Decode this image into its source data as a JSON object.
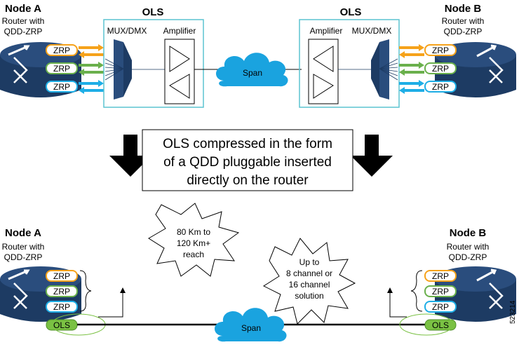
{
  "top": {
    "node_a": {
      "title": "Node A",
      "subtitle_line1": "Router with",
      "subtitle_line2": "QDD-ZRP"
    },
    "node_b": {
      "title": "Node B",
      "subtitle_line1": "Router with",
      "subtitle_line2": "QDD-ZRP"
    },
    "ols_left": {
      "title": "OLS",
      "mux_label": "MUX/DMX",
      "amp_label": "Amplifier"
    },
    "ols_right": {
      "title": "OLS",
      "mux_label": "MUX/DMX",
      "amp_label": "Amplifier"
    },
    "span_label": "Span",
    "zrp_label": "ZRP"
  },
  "middle": {
    "line1": "OLS compressed in the form",
    "line2": "of a QDD pluggable inserted",
    "line3": "directly on the router"
  },
  "bottom": {
    "node_a": {
      "title": "Node A",
      "subtitle_line1": "Router with",
      "subtitle_line2": "QDD-ZRP"
    },
    "node_b": {
      "title": "Node B",
      "subtitle_line1": "Router with",
      "subtitle_line2": "QDD-ZRP"
    },
    "reach": {
      "line1": "80 Km to",
      "line2": "120 Km+",
      "line3": "reach"
    },
    "channels": {
      "line1": "Up to",
      "line2": "8 channel or",
      "line3": "16 channel",
      "line4": "solution"
    },
    "span_label": "Span",
    "zrp_label": "ZRP",
    "ols_label": "OLS"
  },
  "figure_id": "523214",
  "colors": {
    "router_dark": "#1d3b63",
    "router_mid": "#2a4d7d",
    "orange": "#f6a21a",
    "green": "#6ab04c",
    "blue": "#1eaee6",
    "ols_box": "#5bc4d1",
    "cloud": "#1aa3df",
    "ols_pluggable": "#7ac143"
  }
}
